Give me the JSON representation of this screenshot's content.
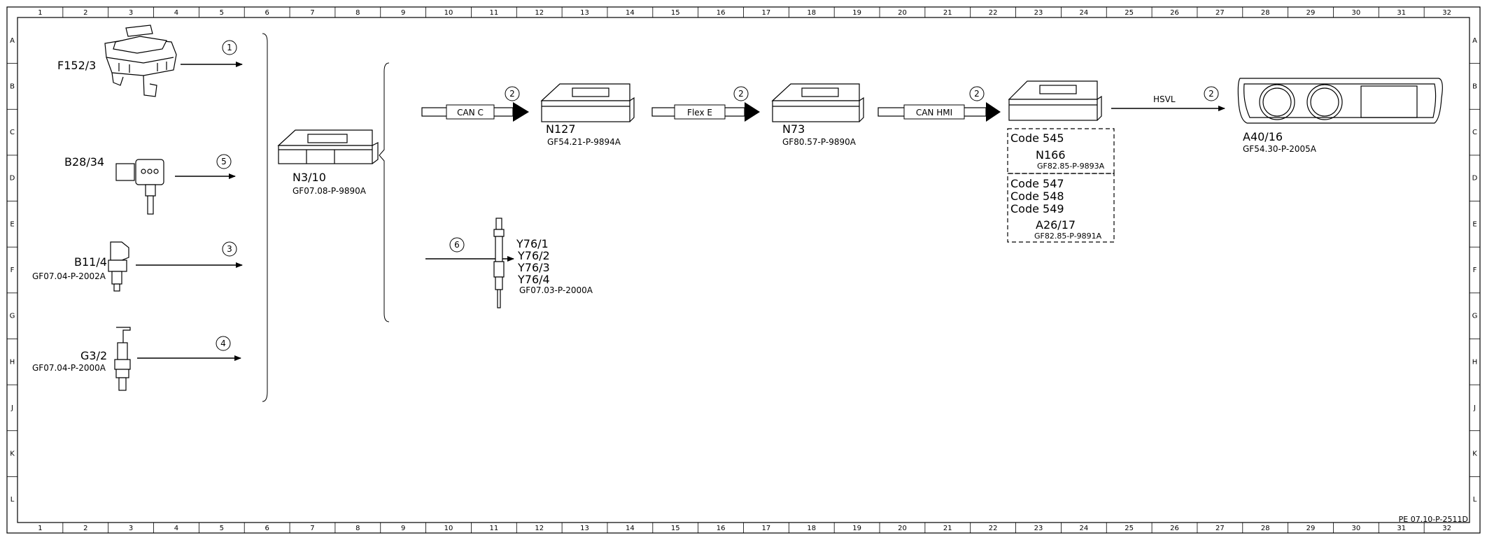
{
  "frame": {
    "columns": [
      "1",
      "2",
      "3",
      "4",
      "5",
      "6",
      "7",
      "8",
      "9",
      "10",
      "11",
      "12",
      "13",
      "14",
      "15",
      "16",
      "17",
      "18",
      "19",
      "20",
      "21",
      "22",
      "23",
      "24",
      "25",
      "26",
      "27",
      "28",
      "29",
      "30",
      "31",
      "32"
    ],
    "rows": [
      "A",
      "B",
      "C",
      "D",
      "E",
      "F",
      "G",
      "H",
      "J",
      "K",
      "L"
    ]
  },
  "sheet_ref": "PE 07.10-P-2511D",
  "inputs": [
    {
      "label": "F152/3",
      "ref": "",
      "num": "1"
    },
    {
      "label": "B28/34",
      "ref": "",
      "num": "5"
    },
    {
      "label": "B11/4",
      "ref": "GF07.04-P-2002A",
      "num": "3"
    },
    {
      "label": "G3/2",
      "ref": "GF07.04-P-2000A",
      "num": "4"
    }
  ],
  "controller": {
    "label": "N3/10",
    "ref": "GF07.08-P-9890A"
  },
  "buses": [
    {
      "name": "CAN C",
      "num": "2"
    },
    {
      "name": "Flex E",
      "num": "2"
    },
    {
      "name": "CAN HMI",
      "num": "2"
    },
    {
      "name": "HSVL",
      "num": "2"
    }
  ],
  "modules": [
    {
      "label": "N127",
      "ref": "GF54.21-P-9894A"
    },
    {
      "label": "N73",
      "ref": "GF80.57-P-9890A"
    },
    {
      "label": "A40/16",
      "ref": "GF54.30-P-2005A"
    }
  ],
  "variant_a": {
    "codes": [
      "Code 545"
    ],
    "label": "N166",
    "ref": "GF82.85-P-9893A"
  },
  "variant_b": {
    "codes": [
      "Code 547",
      "Code 548",
      "Code 549"
    ],
    "label": "A26/17",
    "ref": "GF82.85-P-9891A"
  },
  "injectors": {
    "num": "6",
    "labels": [
      "Y76/1",
      "Y76/2",
      "Y76/3",
      "Y76/4"
    ],
    "ref": "GF07.03-P-2000A"
  }
}
